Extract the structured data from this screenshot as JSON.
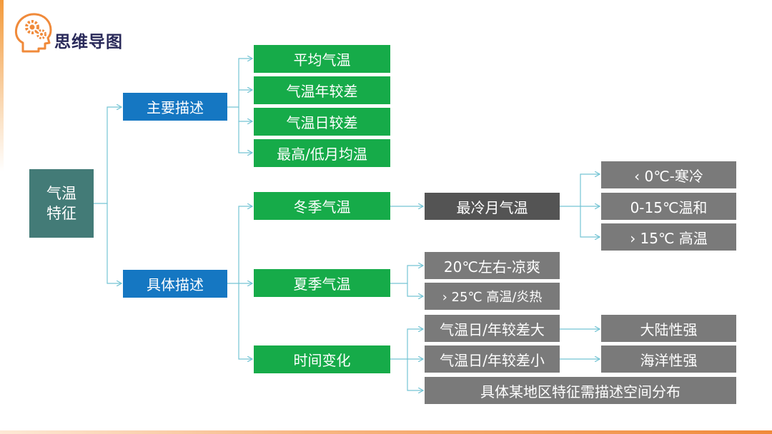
{
  "header": {
    "title": "思维导图"
  },
  "root": {
    "line1": "气温",
    "line2": "特征"
  },
  "branch_main": {
    "label": "主要描述",
    "items": [
      "平均气温",
      "气温年较差",
      "气温日较差",
      "最高/低月均温"
    ]
  },
  "branch_specific": {
    "label": "具体描述",
    "winter": {
      "label": "冬季气温",
      "sub": "最冷月气温",
      "levels": [
        "‹ 0℃-寒冷",
        "0-15℃温和",
        "› 15℃ 高温"
      ]
    },
    "summer": {
      "label": "夏季气温",
      "items": [
        "20℃左右-凉爽",
        "› 25℃ 高温/炎热"
      ]
    },
    "time": {
      "label": "时间变化",
      "items": [
        "气温日/年较差大",
        "气温日/年较差小",
        "具体某地区特征需描述空间分布"
      ],
      "results": [
        "大陆性强",
        "海洋性强"
      ]
    }
  },
  "colors": {
    "root": "#437b77",
    "level1": "#1577c2",
    "level2": "#16ab49",
    "dark_node": "#545454",
    "grey_node": "#7a7a7a",
    "connector": "#74c4d4",
    "accent": "#f08a3a"
  }
}
